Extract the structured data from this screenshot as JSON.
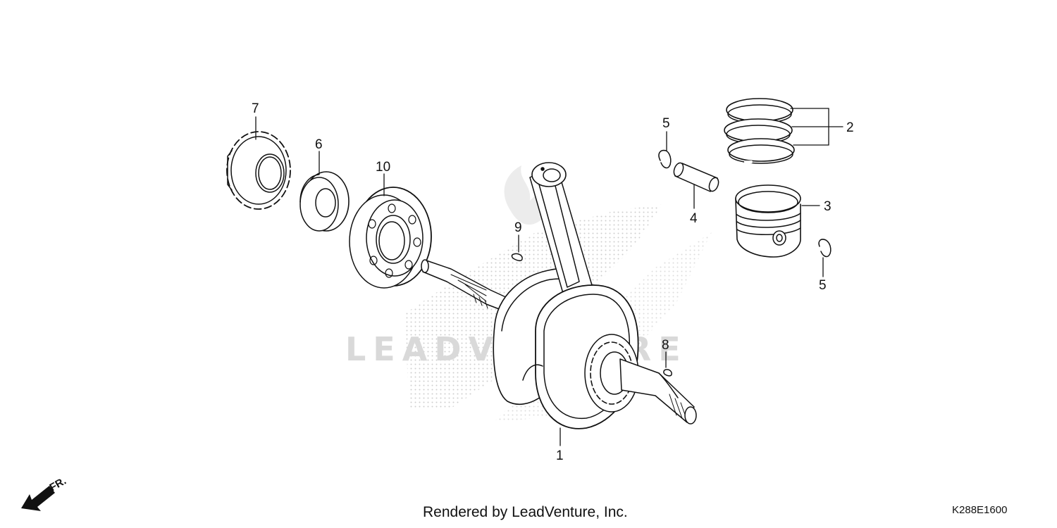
{
  "callouts": {
    "n1": "1",
    "n2": "2",
    "n3": "3",
    "n4": "4",
    "n5a": "5",
    "n5b": "5",
    "n6": "6",
    "n7": "7",
    "n8": "8",
    "n9": "9",
    "n10": "10"
  },
  "watermark": {
    "text": "LEADVENTURE"
  },
  "front_indicator": {
    "label": "FR.",
    "icon": "front-arrow-icon"
  },
  "footer": {
    "credit": "Rendered by LeadVenture, Inc.",
    "diagram_code": "K288E1600"
  },
  "colors": {
    "line": "#111111",
    "watermark": "#d9d9d9",
    "background": "#ffffff"
  }
}
